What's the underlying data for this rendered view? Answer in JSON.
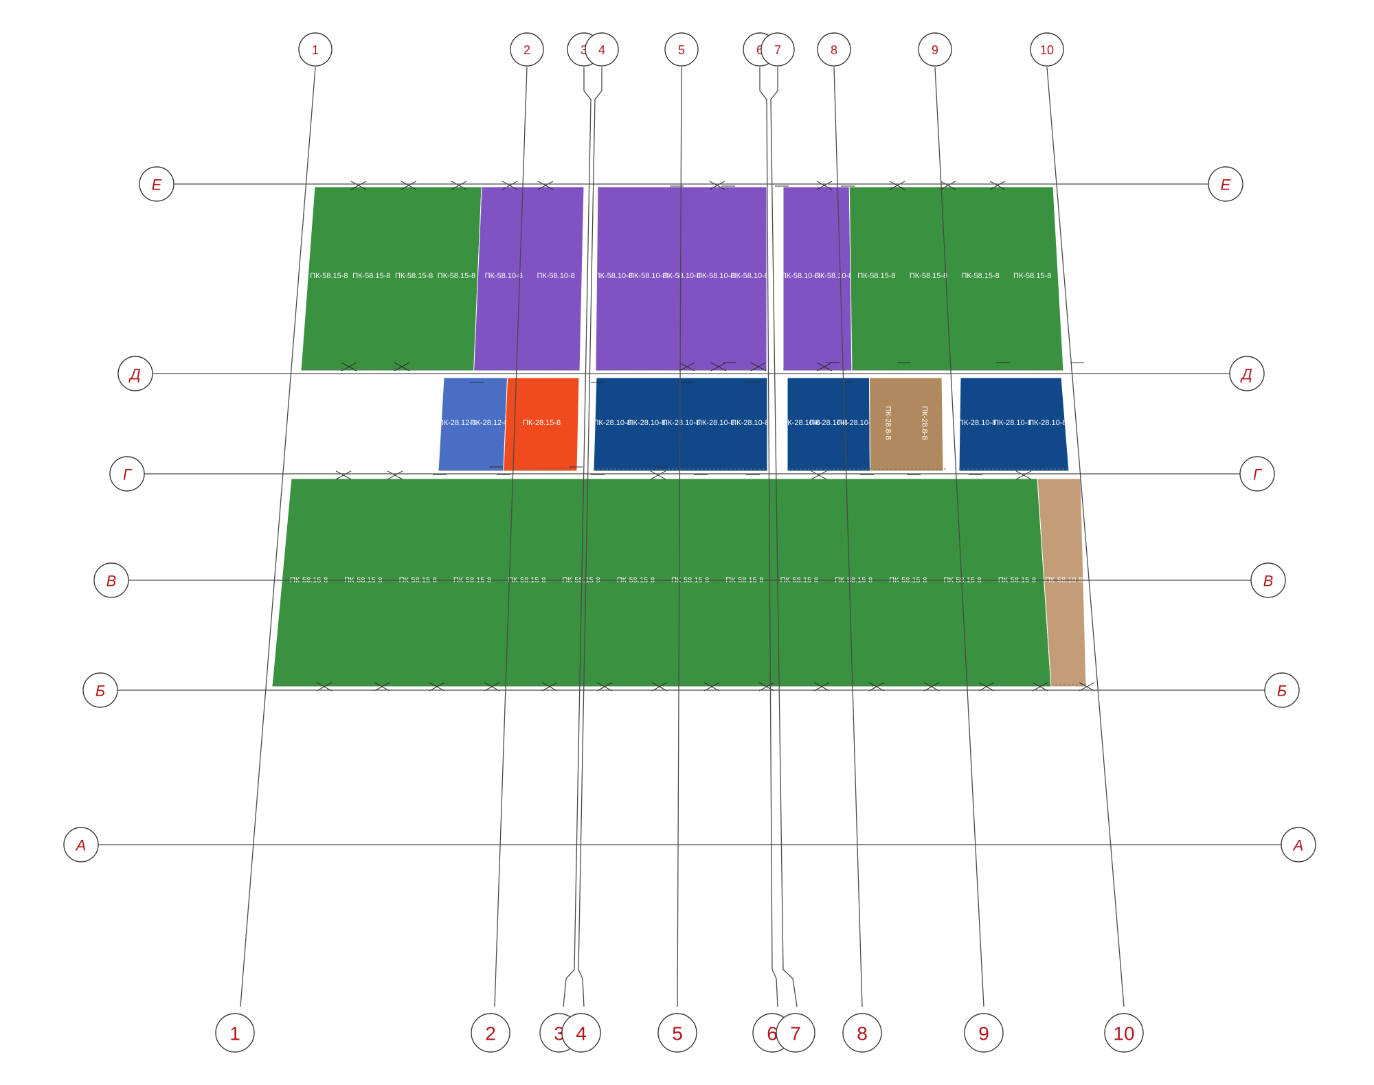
{
  "drawing": {
    "colors": {
      "green": "#3a9140",
      "purple": "#8152c2",
      "navy": "#10488a",
      "light_blue": "#4a6ec4",
      "orange": "#ef4b1f",
      "tan": "#c39d78",
      "tan_dark": "#b08a5e",
      "axis_label": "#b4151a",
      "grid_line": "#4a4a4a"
    },
    "vertical_axes": [
      "1",
      "2",
      "3",
      "4",
      "5",
      "6",
      "7",
      "8",
      "9",
      "10"
    ],
    "horizontal_axes": [
      "Е",
      "Д",
      "Г",
      "В",
      "Б",
      "А"
    ],
    "zones": [
      {
        "id": "E-D-left",
        "panels": [
          {
            "color": "green",
            "labels": [
              "ПК-58.15-8",
              "ПК-58.15-8",
              "ПК-58.15-8",
              "ПК-58.15-8"
            ]
          },
          {
            "color": "purple",
            "labels": [
              "ПК-58.10-8",
              "ПК-58.10-8"
            ]
          }
        ]
      },
      {
        "id": "E-D-middle",
        "panels": [
          {
            "color": "purple",
            "labels": [
              "ПК-58.10-8",
              "ПК-58.10-8",
              "ПК-58.10-8",
              "ПК-58.10-8",
              "ПК-58.10-8"
            ]
          }
        ]
      },
      {
        "id": "E-D-right",
        "panels": [
          {
            "color": "purple",
            "labels": [
              "ПК-58.10-8",
              "ПК-58.10-8"
            ]
          },
          {
            "color": "green",
            "labels": [
              "ПК-58.15-8",
              "ПК-58.15-8",
              "ПК-58.15-8",
              "ПК-58.15-8"
            ]
          }
        ]
      },
      {
        "id": "D-G-left",
        "panels": [
          {
            "color": "light_blue",
            "labels": [
              "ПК-28.12-8",
              "ПК-28.12-8"
            ]
          },
          {
            "color": "orange",
            "labels": [
              "ПК-28.15-8"
            ]
          }
        ]
      },
      {
        "id": "D-G-middle",
        "panels": [
          {
            "color": "navy",
            "labels": [
              "ПК-28.10-8",
              "ПК-28.10-8",
              "ПК-28.10-8",
              "ПК-28.10-8",
              "ПК-28.10-8"
            ]
          }
        ]
      },
      {
        "id": "D-G-right",
        "panels": [
          {
            "color": "navy",
            "labels": [
              "ПК-28.10-8",
              "ПК-28.10-8",
              "ПК-28.10-8"
            ]
          },
          {
            "color": "tan_dark",
            "labels": [
              "ПК-28.8-8",
              "ПК-28.8-8"
            ],
            "vertical": true
          }
        ]
      },
      {
        "id": "D-G-far-right",
        "panels": [
          {
            "color": "navy",
            "labels": [
              "ПК-28.10-8",
              "ПК-28.10-8",
              "ПК-28.10-8"
            ]
          }
        ]
      },
      {
        "id": "G-B",
        "panels": [
          {
            "color": "green",
            "labels": [
              "ПК-58.15-8",
              "ПК-58.15-8",
              "ПК-58.15-8",
              "ПК-58.15-8",
              "ПК-58.15-8",
              "ПК-58.15-8",
              "ПК-58.15-8",
              "ПК-58.15-8",
              "ПК-58.15-8",
              "ПК-58.15-8",
              "ПК-58.15-8",
              "ПК-58.15-8",
              "ПК-58.15-8",
              "ПК-58.15-8"
            ]
          },
          {
            "color": "tan",
            "labels": [
              "ПК-58.10-8"
            ]
          }
        ]
      }
    ]
  }
}
